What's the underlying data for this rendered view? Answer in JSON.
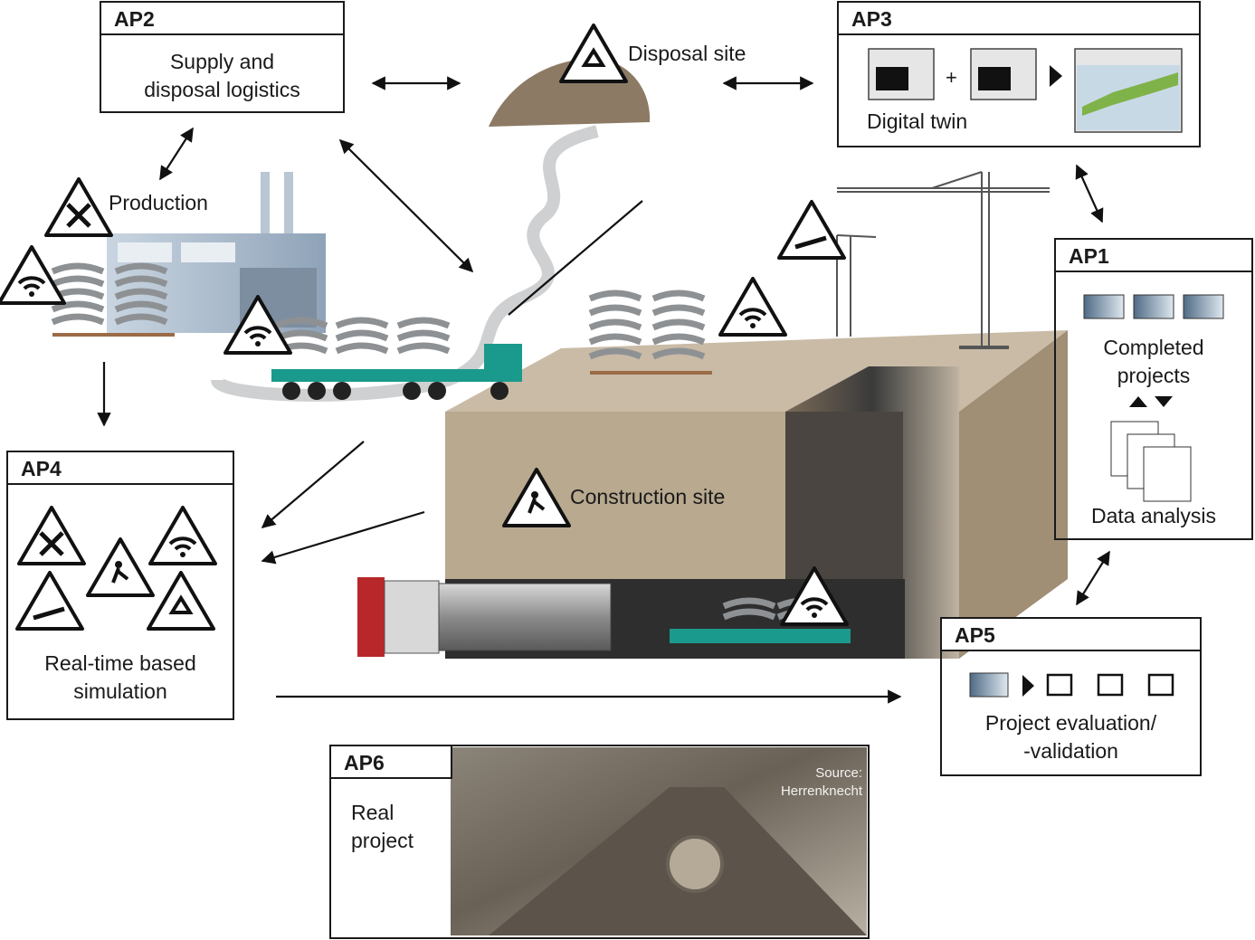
{
  "boxes": {
    "ap1": {
      "id": "AP1",
      "label_top": "Completed",
      "label_mid": "projects",
      "label_bottom": "Data analysis"
    },
    "ap2": {
      "id": "AP2",
      "line1": "Supply and",
      "line2": "disposal logistics"
    },
    "ap3": {
      "id": "AP3",
      "plus": "+",
      "label": "Digital twin"
    },
    "ap4": {
      "id": "AP4",
      "line1": "Real-time based",
      "line2": "simulation"
    },
    "ap5": {
      "id": "AP5",
      "line1": "Project evaluation/",
      "line2": "-validation"
    },
    "ap6": {
      "id": "AP6",
      "line1": "Real",
      "line2": "project",
      "photo_credit_1": "Source:",
      "photo_credit_2": "Herrenknecht"
    }
  },
  "labels": {
    "disposal_site": "Disposal site",
    "production": "Production",
    "construction_site": "Construction site"
  },
  "colors": {
    "truck_teal": "#1a9a8c",
    "segment_grey": "#8e9194",
    "soil_brown": "#8c7a64",
    "ground_beige": "#c9bba6",
    "factory_blue": "#9fb3c6"
  },
  "icons": [
    "wifi-warning-icon",
    "tools-warning-icon",
    "recycle-warning-icon",
    "worker-warning-icon",
    "conveyor-warning-icon",
    "folder-icon",
    "document-stack-icon",
    "checkbox-icon",
    "window-icon"
  ]
}
